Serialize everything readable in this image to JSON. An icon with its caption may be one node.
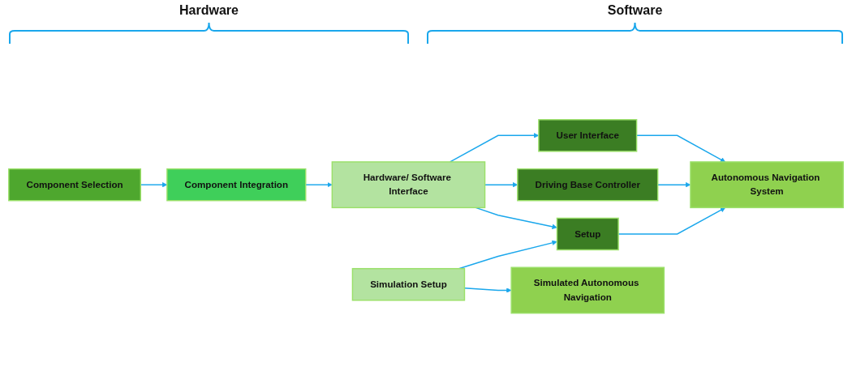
{
  "diagram": {
    "nodes": [
      {
        "text": [
          "Component Selection"
        ]
      },
      {
        "text": [
          "Component Integration"
        ]
      },
      {
        "text": [
          "Hardware/ Software Interface"
        ]
      },
      {
        "text": [
          "User Interface"
        ]
      },
      {
        "text": [
          "Driving Base Controller"
        ]
      },
      {
        "text": [
          "Setup"
        ]
      },
      {
        "text": [
          "Autonomous Navigation System"
        ]
      },
      {
        "text": [
          "Simulation Setup"
        ]
      },
      {
        "text": [
          "Simulated Autonomous Navigation"
        ]
      }
    ],
    "edges": [
      {
        "from": 0,
        "to": 1,
        "arrow": "to"
      },
      {
        "from": 1,
        "to": 2,
        "arrow": "to"
      },
      {
        "from": 2,
        "to": 3,
        "arrow": "to"
      },
      {
        "from": 2,
        "to": 4,
        "arrow": "to"
      },
      {
        "from": 2,
        "to": 5,
        "arrow": "to"
      },
      {
        "from": 3,
        "to": 6,
        "arrow": "to"
      },
      {
        "from": 4,
        "to": 6,
        "arrow": "to"
      },
      {
        "from": 5,
        "to": 6,
        "arrow": "to"
      },
      {
        "from": 7,
        "to": 5,
        "arrow": "to"
      },
      {
        "from": 7,
        "to": 8,
        "arrow": "to"
      }
    ],
    "labels": [
      "Hardware",
      "Software"
    ]
  }
}
